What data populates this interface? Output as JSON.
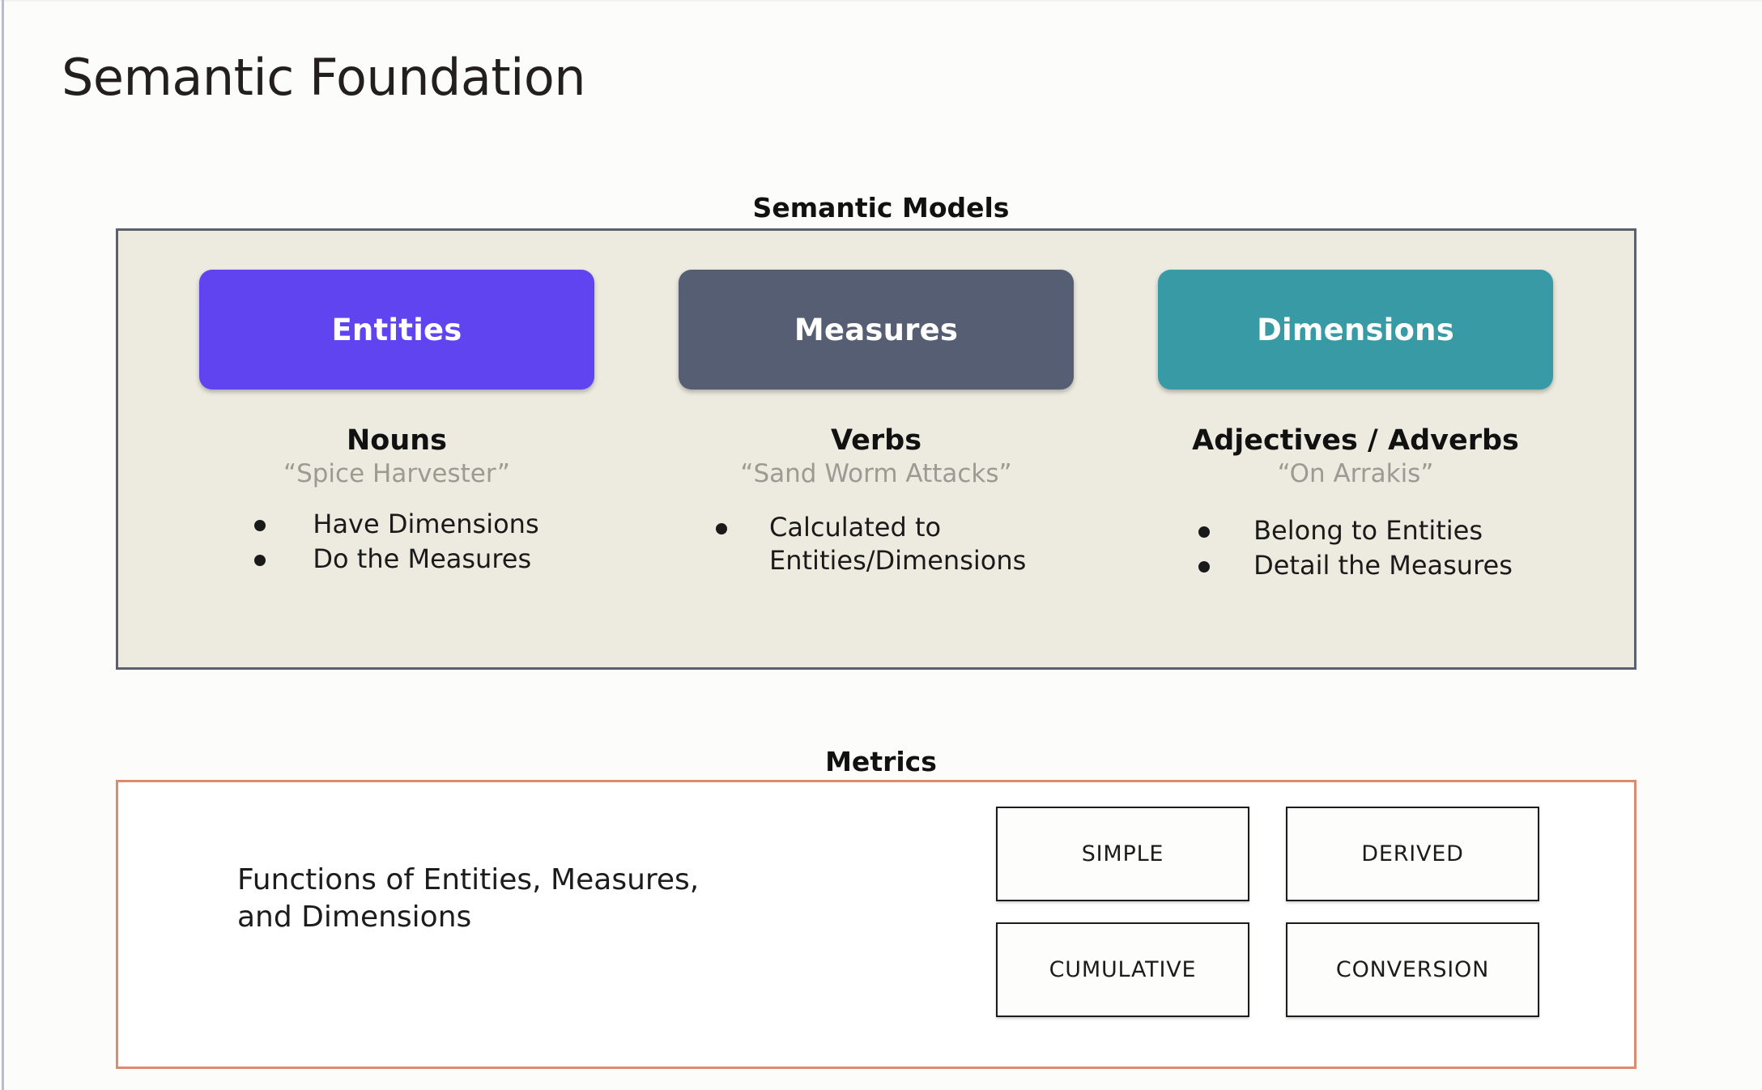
{
  "slide": {
    "title": "Semantic Foundation",
    "background_color": "#fcfcfa"
  },
  "semantic_models": {
    "heading": "Semantic Models",
    "panel_color": "#edebe0",
    "panel_border_color": "#5a6070",
    "columns": [
      {
        "pill_label": "Entities",
        "pill_color": "#6044f0",
        "part_of_speech": "Nouns",
        "example": "“Spice Harvester”",
        "bullets": [
          "Have Dimensions",
          "Do the Measures"
        ]
      },
      {
        "pill_label": "Measures",
        "pill_color": "#555e73",
        "part_of_speech": "Verbs",
        "example": "“Sand Worm Attacks”",
        "bullets": [
          "Calculated to Entities/Dimensions"
        ]
      },
      {
        "pill_label": "Dimensions",
        "pill_color": "#389aa4",
        "part_of_speech": "Adjectives / Adverbs",
        "example": "“On Arrakis”",
        "bullets": [
          "Belong to Entities",
          "Detail the Measures"
        ]
      }
    ]
  },
  "metrics": {
    "heading": "Metrics",
    "panel_border_color": "#de8a6e",
    "description_line_1": "Functions of Entities, Measures,",
    "description_line_2": "and Dimensions",
    "types": [
      "SIMPLE",
      "DERIVED",
      "CUMULATIVE",
      "CONVERSION"
    ]
  }
}
